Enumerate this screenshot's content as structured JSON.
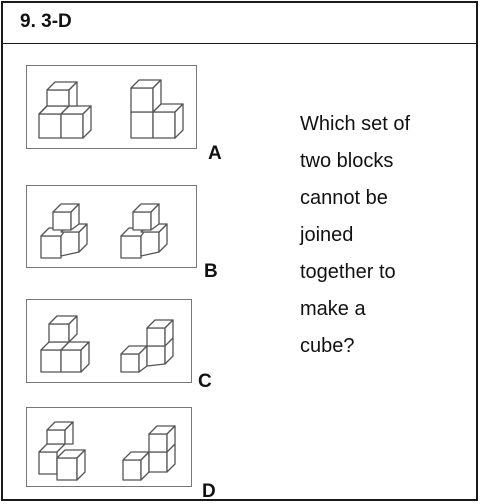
{
  "question_number": "9. 3-D",
  "options": [
    {
      "letter": "A"
    },
    {
      "letter": "B"
    },
    {
      "letter": "C"
    },
    {
      "letter": "D"
    }
  ],
  "question_lines": [
    "Which set of",
    "two blocks",
    "cannot be",
    "joined",
    "together to",
    "make a",
    "cube?"
  ]
}
